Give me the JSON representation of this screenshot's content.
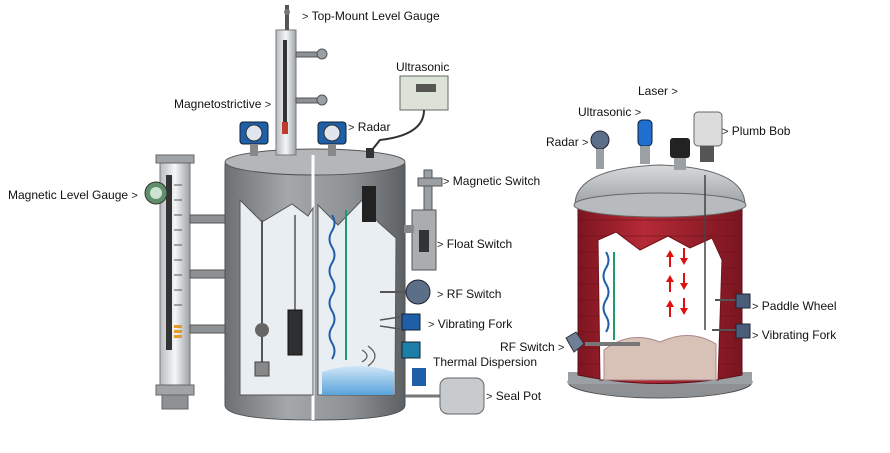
{
  "left_tank": {
    "labels": {
      "top_mount": "Top-Mount Level Gauge",
      "ultrasonic": "Ultrasonic",
      "magnetostrictive": "Magnetostrictive",
      "radar": "Radar",
      "magnetic_level_gauge": "Magnetic Level Gauge",
      "magnetic_switch": "Magnetic Switch",
      "float_switch": "Float Switch",
      "rf_switch": "RF Switch",
      "vibrating_fork": "Vibrating Fork",
      "thermal_dispersion": "Thermal Dispersion",
      "seal_pot": "Seal Pot"
    }
  },
  "right_tank": {
    "labels": {
      "laser": "Laser",
      "ultrasonic": "Ultrasonic",
      "radar": "Radar",
      "plumb_bob": "Plumb Bob",
      "paddle_wheel": "Paddle Wheel",
      "vibrating_fork": "Vibrating Fork",
      "rf_switch": "RF Switch"
    }
  },
  "colors": {
    "tank_gray": "#8d9194",
    "tank_dark": "#5f6366",
    "interior": "#e9eef2",
    "liquid": "#8fc3ea",
    "red_tank": "#a3232e",
    "solids": "#d8c2b8",
    "accent_blue": "#1e5fa8",
    "wave_green": "#1d9b6c",
    "arrow_red": "#e01010"
  }
}
